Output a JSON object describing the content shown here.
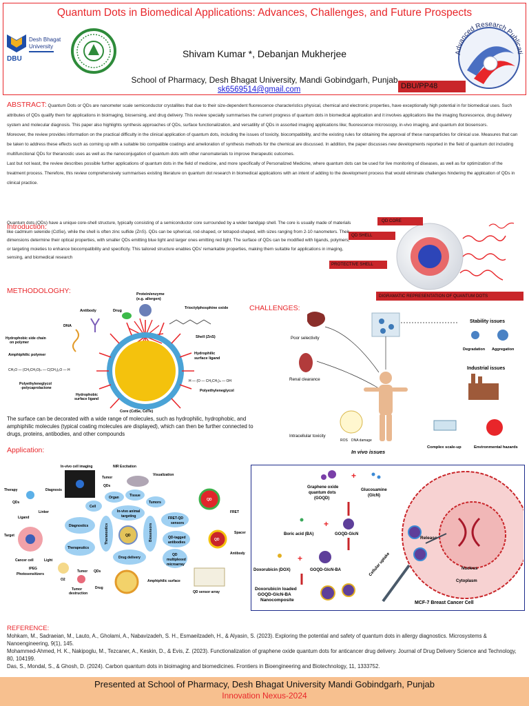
{
  "header": {
    "title": "Quantum Dots in Biomedical Applications: Advances, Challenges, and Future Prospects",
    "authors": "Shivam Kumar *, Debanjan Mukherjee",
    "affiliation": "School of Pharmacy, Desh Bhagat University, Mandi Gobindgarh, Punjab",
    "email": "sk6569514@gmail.com",
    "poster_id": "DBU/PP48",
    "dbu_logo": {
      "abbrev": "DBU",
      "name_line1": "Desh Bhagat",
      "name_line2": "University"
    },
    "arp_logo": {
      "text": "Advanced Research Publications"
    }
  },
  "abstract": {
    "heading": "ABSTRACT:",
    "p1": "Quantum Dots or QDs are nanometer scale semiconductor crystallites that due to their size-dependent fluorescence characteristics physical, chemical and electronic properties, have exceptionally high potential in for biomedical uses. Such attributes of QDs qualify them for applications in bioimaging, biosensing, and drug delivery. This review specially summarises the current progress of quantum dots in biomedical application and it involves applications like the imaging fluorescence, drug delivery system and molecular diagnosis. This paper also highlights synthesis approaches of QDs, surface functionalization, and versatility of QDs in assorted imaging applications like; fluorescence microscopy, in-vivo imaging, and quantum dot biosensors.",
    "p2": "Moreover, the review provides information on the practical difficulty in the clinical application of quantum dots, including the issues of toxicity, biocompatibility, and the existing rules for obtaining the approval of these nanoparticles for clinical use. Measures that can be taken to address these effects such as coming up with a suitable bio compatible coatings and amelioration of synthesis methods for the chemical are discussed. In addition, the paper discusses new developments reported in the field of quantum dot including multifunctional QDs for theranostic uses as well as the nanoconjugation of quantum dots with other nanomaterials to improve therapeutic outcomes.",
    "p3": "Last but not least, the review describes possible further applications of quantum dots in the field of medicine, and more specifically of Personalized Medicine, where quantum dots can be used for live monitoring of diseases, as well as for optimization of the treatment process. Therefore, this review comprehensively summarises existing literature on quantum dot research in biomedical applications with an intent of adding to the development process that would eliminate challenges hindering the application of QDs in clinical practice."
  },
  "introduction": {
    "heading": "Introduction:",
    "text": "Quantum dots (QDs) have a unique core-shell structure, typically consisting of a semiconductor core surrounded by a wider bandgap shell. The core is usually made of materials like cadmium selenide (CdSe), while the shell is often zinc sulfide (ZnS). QDs can be spherical, rod-shaped, or tetrapod-shaped, with sizes ranging from 2-10 nanometers. Their dimensions determine their optical properties, with smaller QDs emitting blue light and larger ones emitting red light. The surface of QDs can be modified with ligands, polymers, or targeting moieties to enhance biocompatibility and specificity. This tailored structure enables QDs' remarkable properties, making them suitable for applications in imaging, sensing, and biomedical research",
    "qd_core_label": "QD CORE",
    "qd_shell_label": "QD SHELL",
    "protective_shell_label": "PROTECTIVE SHELL",
    "diagram_label": "DIGRAMATIC REPRESENTATION OF QUANTUM DOTS"
  },
  "methodology": {
    "heading": "METHODOLOGHY:",
    "fig": {
      "antibody": "Antibody",
      "drug": "Drug",
      "protein": "Protein/enzyme",
      "protein2": "(e.g. allergen)",
      "topo": "Trioctylphosphine oxide",
      "dna": "DNA",
      "hydrophobic_chain": "Hydrophobic side chain",
      "hydrophobic_chain2": "on polymer",
      "amphiphilic": "Amphiphilic polymer",
      "shell": "Shell (ZnS)",
      "hydrophilic": "Hydrophilic",
      "hydrophilic2": "surface ligand",
      "peg_pcl": "Polyethyleneglycol",
      "peg_pcl2": "-polycaprolactone",
      "peg": "Polyethyleneglycol",
      "hydrophobic_ligand": "Hydrophobic",
      "hydrophobic_ligand2": "surface ligand",
      "core": "Core (CdSe, CdTe)"
    },
    "text": "The surface can be decorated with a wide range of molecules, such as hydrophilic, hydrophobic, and amphiphilic molecules (typical coating molecules are displayed), which can then be further connected to drugs, proteins, antibodies, and other compounds"
  },
  "challenges": {
    "heading": "CHALLENGES:",
    "fig": {
      "poor_selectivity": "Poor selectivity",
      "renal_clearance": "Renal clearance",
      "intracellular_toxicity": "Intracellular toxicity",
      "ros": "ROS",
      "dna_damage": "DNA damage",
      "in_vivo": "In vivo issues",
      "stability": "Stability issues",
      "degradation": "Degradation",
      "aggregation": "Aggregation",
      "industrial": "Industrial issues",
      "complex_scaleup": "Complex scale-up",
      "env_hazards": "Environmental hazards"
    }
  },
  "application": {
    "heading": "Application:",
    "left": {
      "invivo_cell": "In-vivo cell imaging",
      "nir": "NIR Excitation",
      "visualization": "Visualization",
      "therapy": "Therapy",
      "diagnosis": "Diagnosis",
      "qds": "QDs",
      "linker": "Linker",
      "ligand": "Ligand",
      "target": "Target",
      "cancer_cell": "Cancer cell",
      "light": "Light",
      "ipeg": "IPEG",
      "photosensitizers": "Photosensitizers",
      "o2": "O2",
      "tumor": "Tumor",
      "tumor_destruction": "Tumor",
      "tumor_destruction2": "destruction",
      "tumor_top": "Tumor",
      "qds2": "QDs",
      "organ": "Organ",
      "tissue": "Tissue",
      "cell": "Cell",
      "tumors": "Tumors",
      "invivo_animal": "In-vivo animal",
      "invivo_animal2": "targeting",
      "diagnostics": "Diagnostics",
      "theranostics": "Theranostics",
      "biosensors": "Biosensors",
      "fret_qd": "FRET-QD",
      "fret_qd2": "sensors",
      "therapeutics": "Therapeutics",
      "qd_tagged": "QD-tagged",
      "qd_tagged2": "antibodies",
      "qd_center": "QD",
      "drug_delivery": "Drug delivery",
      "qd_multiplexed": "QD",
      "qd_multiplexed2": "multiplexed",
      "qd_multiplexed3": "microarray",
      "qds3": "QDs",
      "drug": "Drug",
      "amphiphilic_surface": "Amphiphilic surface",
      "qd_sensor_array": "QD sensor array",
      "qd_red": "QD",
      "qd_red2": "QD",
      "fret": "FRET",
      "spacer": "Spacer",
      "antibody": "Antibody"
    },
    "right": {
      "goqd": "Graphene oxide",
      "goqd2": "quantum dots",
      "goqd3": "(GOQD)",
      "glucosamine": "Glucosamine",
      "glucosamine2": "(GlcN)",
      "boric": "Boric acid (BA)",
      "goqd_glcn": "GOQD-GlcN",
      "dox": "Doxorubicin (DOX)",
      "goqd_glcn_ba": "GOQD-GlcN-BA",
      "loaded": "Doxorubicin loaded",
      "loaded2": "GOQD-GlcN-BA",
      "loaded3": "Nanocomposite",
      "cellular_uptake": "Cellular uptake",
      "release": "Release",
      "nucleus": "Nucleus",
      "cytoplasm": "Cytoplasm",
      "mcf7": "MCF-7 Breast Cancer Cell"
    }
  },
  "references": {
    "heading": "REFERENCE:",
    "items": [
      "Mohkam, M., Sadraeian, M., Lauto, A., Gholami, A., Nabavizadeh, S. H., Esmaeilzadeh, H., & Alyasin, S. (2023). Exploring the potential and safety of quantum dots in allergy diagnostics. Microsystems & Nanoengineering, 9(1), 145.",
      "Mohammed-Ahmed, H. K., Nakipoglu, M., Tezcaner, A., Keskin, D., & Evis, Z. (2023). Functionalization of graphene oxide quantum dots for anticancer drug delivery. Journal of Drug Delivery Science and Technology, 80, 104199.",
      "Das, S., Mondal, S., & Ghosh, D. (2024). Carbon quantum dots in bioimaging and biomedicines. Frontiers in Bioengineering and Biotechnology, 11, 1333752."
    ]
  },
  "footer": {
    "line1": "Presented at School of Pharmacy, Desh Bhagat University Mandi Gobindgarh, Punjab",
    "line2": "Innovation Nexus-2024"
  },
  "colors": {
    "accent_red": "#e8262a",
    "label_red": "#c9262a",
    "footer_bg": "#f7c08f",
    "navy_frame": "#1b2a8a",
    "link_blue": "#1a1ad6"
  }
}
